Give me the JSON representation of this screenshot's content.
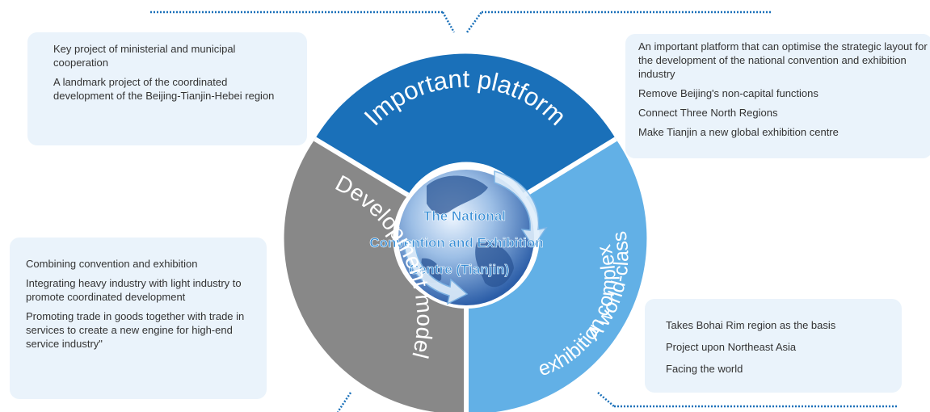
{
  "center_label": [
    "The National",
    "Convention and Exhibition",
    "Centre (Tianjin)"
  ],
  "segments": {
    "top": {
      "label": "Important platform",
      "color": "#1a70b9"
    },
    "left": {
      "label": "Development model",
      "color": "#888888"
    },
    "right": {
      "label_line1": "A world-class",
      "label_line2": "exhibition complex",
      "color": "#62b0e6"
    }
  },
  "boxes": {
    "top_left": {
      "items": [
        "Key project of ministerial and municipal cooperation",
        "A landmark project of the coordinated development of the Beijing-Tianjin-Hebei region"
      ]
    },
    "top_right": {
      "items": [
        "An important platform that can optimise the strategic layout for the development of the national convention and exhibition industry",
        "Remove Beijing's non-capital functions",
        "Connect Three North Regions",
        "Make Tianjin a new global exhibition centre"
      ]
    },
    "bottom_left": {
      "items": [
        "Combining convention and exhibition",
        "Integrating heavy industry with light industry to promote coordinated development",
        "Promoting trade in goods together with trade in services to create a new engine for high-end service industry\""
      ]
    },
    "bottom_right": {
      "items": [
        "Takes Bohai Rim region as the basis",
        "Project upon Northeast Asia",
        "Facing the world"
      ]
    }
  },
  "colors": {
    "box_fill": "#eaf3fb",
    "connector": "#1a70b9",
    "center_text": "#3a8fd6"
  }
}
